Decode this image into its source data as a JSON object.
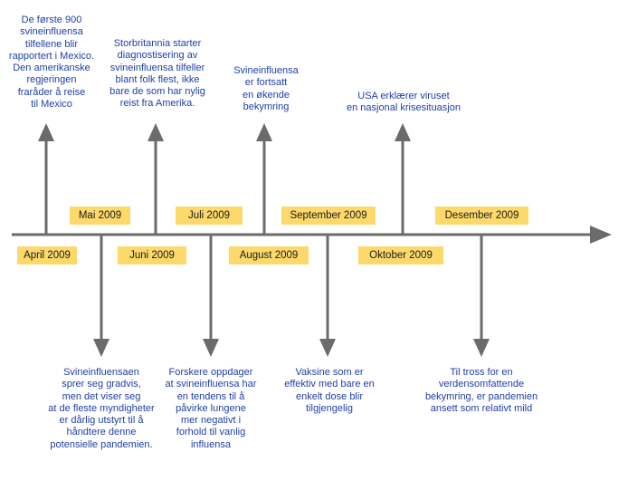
{
  "timeline": {
    "colors": {
      "axis": "#6b6b6b",
      "month_fill": "#fcd96a",
      "event_text": "#1f3fa8"
    },
    "months": [
      {
        "label": "Mai 2009"
      },
      {
        "label": "Juli 2009"
      },
      {
        "label": "September 2009"
      },
      {
        "label": "Desember 2009"
      },
      {
        "label": "April 2009"
      },
      {
        "label": "Juni 2009"
      },
      {
        "label": "August 2009"
      },
      {
        "label": "Oktober 2009"
      }
    ],
    "events": [
      {
        "text": "De første 900\nsvineinfluensa\ntilfellene blir\nrapportert i Mexico.\nDen amerikanske\nregjeringen\nfraråder å reise\ntil Mexico"
      },
      {
        "text": "Storbritannia starter\ndiagnostisering av\nsvineinfluensa tilfeller\nblant folk flest, ikke\nbare de som har nylig\nreist fra Amerika."
      },
      {
        "text": "Svineinfluensa\ner fortsatt\nen økende\nbekymring"
      },
      {
        "text": "USA erklærer viruset\nen nasjonal krisesituasjon"
      },
      {
        "text": "Svineinfluensaen\nsprer seg gradvis,\nmen det viser seg\nat de fleste myndigheter\ner dårlig utstyrt til å\nhåndtere denne\npotensielle pandemien."
      },
      {
        "text": "Forskere oppdager\nat svineinfluensa har\nen tendens til å\npåvirke lungene\nmer negativt i\nforhold til vanlig\ninfluensa"
      },
      {
        "text": "Vaksine som er\neffektiv med bare en\nenkelt dose blir\ntilgjengelig"
      },
      {
        "text": "Til tross for en\nverdensomfattende\nbekymring, er pandemien\nansett som relativt mild"
      }
    ]
  }
}
